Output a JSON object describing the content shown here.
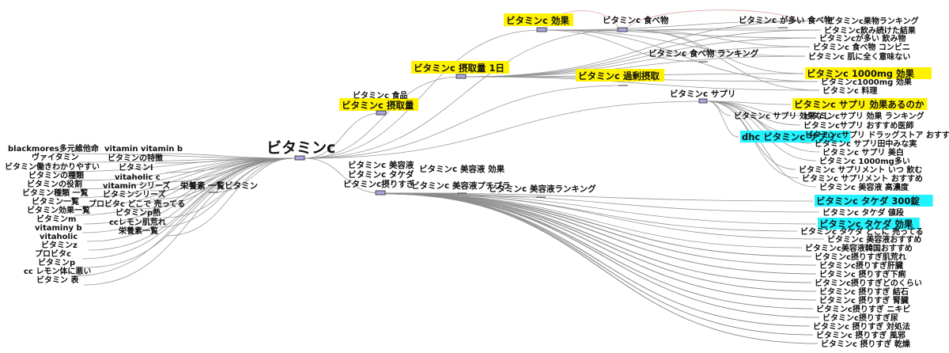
{
  "root": {
    "label": "ビタミンc"
  },
  "hubs": {
    "kouka": "ビタミンc 効果",
    "tabemono": "ビタミンc 食べ物",
    "sesshuryou_1nichi": "ビタミンc 摂取量 1日",
    "sesshuryou": "ビタミンc 摂取量",
    "kajou": "ビタミンc 過剰摂取",
    "supuri": "ビタミンc サプリ",
    "biyoueki": "ビタミンc 美容液",
    "takeda": "ビタミンc タケダ",
    "torisugi": "ビタミンc摂りすぎ",
    "eiyouso": "栄養素 一覧ビタミン",
    "shokuhin": "ビタミンc 食品",
    "tabemono_ranking": "ビタミンc 食べ物 ランキング",
    "ooi_tabemono": "ビタミンc が多い 食べ物",
    "biyoueki_kouka": "ビタミンc 美容液 効果",
    "biyoueki_puchipura": "ビタミンc 美容液プチプラ",
    "biyoueki_ranking": "ビタミンc 美容液ランキング"
  },
  "left_labels": [
    "blackmores多元維他命",
    "vitamin vitamin b",
    "ヴァイタミン",
    "ビタミンの特徴",
    "ビタミン働きわかりやすい",
    "ビタミンl",
    "ビタミンの種類",
    "vitaholic c",
    "ビタミンの役割",
    "vitamin シリーズ",
    "ビタミン種類 一覧",
    "ビタミンシリーズ",
    "ビタミン一覧",
    "プロビタc どこで 売ってる",
    "ビタミン効果一覧",
    "ビタミンp熱",
    "ビタミンm",
    "ccレモン肌荒れ",
    "vitaminy b",
    "栄養素一覧",
    "vitaholic",
    "ビタミンz",
    "プロビタc",
    "ビタミンp",
    "cc レモン体に悪い",
    "ビタミン 表"
  ],
  "right_labels": [
    "ビタミンc果物ランキング",
    "ビタミンc飲み続けた結果",
    "ビタミンcが多い 飲み物",
    "ビタミンc 食べ物 コンビニ",
    "ビタミンc 肌に全く意味ない",
    "ビタミンc 1000mg 効果",
    "ビタミンc1000mg 効果",
    "ビタミンc 料理",
    "ビタミンc サプリ 効果あるのか",
    "ビタミンcサプリ 効果 ランキング",
    "ビタミンc サプリ 効果なし",
    "ビタミンcサプリ おすすめ医師",
    "ビタミンcサプリ ドラッグストア おすすめ",
    "dhc ビタミンc サプリ",
    "ビタミンc サプリ田中みな実",
    "ビタミンc サプリ 美白",
    "ビタミンc 1000mg多い",
    "ビタミンc サプリメント いつ 飲む",
    "ビタミンc サプリメント おすすめ",
    "ビタミンc 美容液 高濃度",
    "ビタミンc タケダ 300錠",
    "ビタミンc タケダ 値段",
    "ビタミンc タケダ 効果",
    "ビタミンc タケダ どこに 売ってる",
    "ビタミンc 美容液おすすめ",
    "ビタミンc美容液韓国おすすめ",
    "ビタミンc摂りすぎ肌荒れ",
    "ビタミンc摂りすぎ肝臓",
    "ビタミンc 摂りすぎ下痢",
    "ビタミンc摂りすぎどのくらい",
    "ビタミンc 摂りすぎ 結石",
    "ビタミンc 摂りすぎ 腎臓",
    "ビタミンc摂りすぎ ニキビ",
    "ビタミンc摂りすぎ尿",
    "ビタミンc 摂りすぎ 対処法",
    "ビタミンc 摂りすぎ 風邪",
    "ビタミンc 摂りすぎ 乾燥"
  ],
  "highlight_colors": {
    "yellow": "#fff200",
    "cyan": "#22f3ff",
    "node": "#aaa6df"
  }
}
